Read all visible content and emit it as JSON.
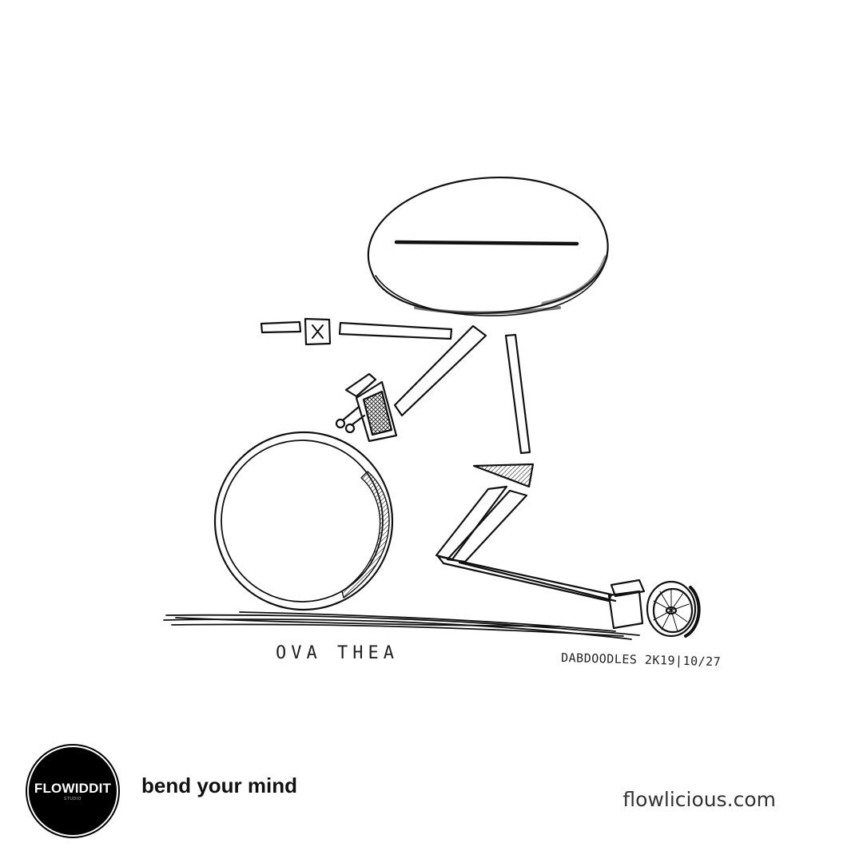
{
  "artwork": {
    "title_caption": "OVA THEA",
    "signature": "DABDOODLES 2K19|10/27",
    "ink_color": "#111111"
  },
  "footer": {
    "logo": {
      "text": "FLOWIDDIT",
      "subtext": "STUDIO",
      "background_color": "#000000",
      "text_color": "#ffffff"
    },
    "tagline": "bend your mind",
    "website": "flowlicious.com"
  }
}
